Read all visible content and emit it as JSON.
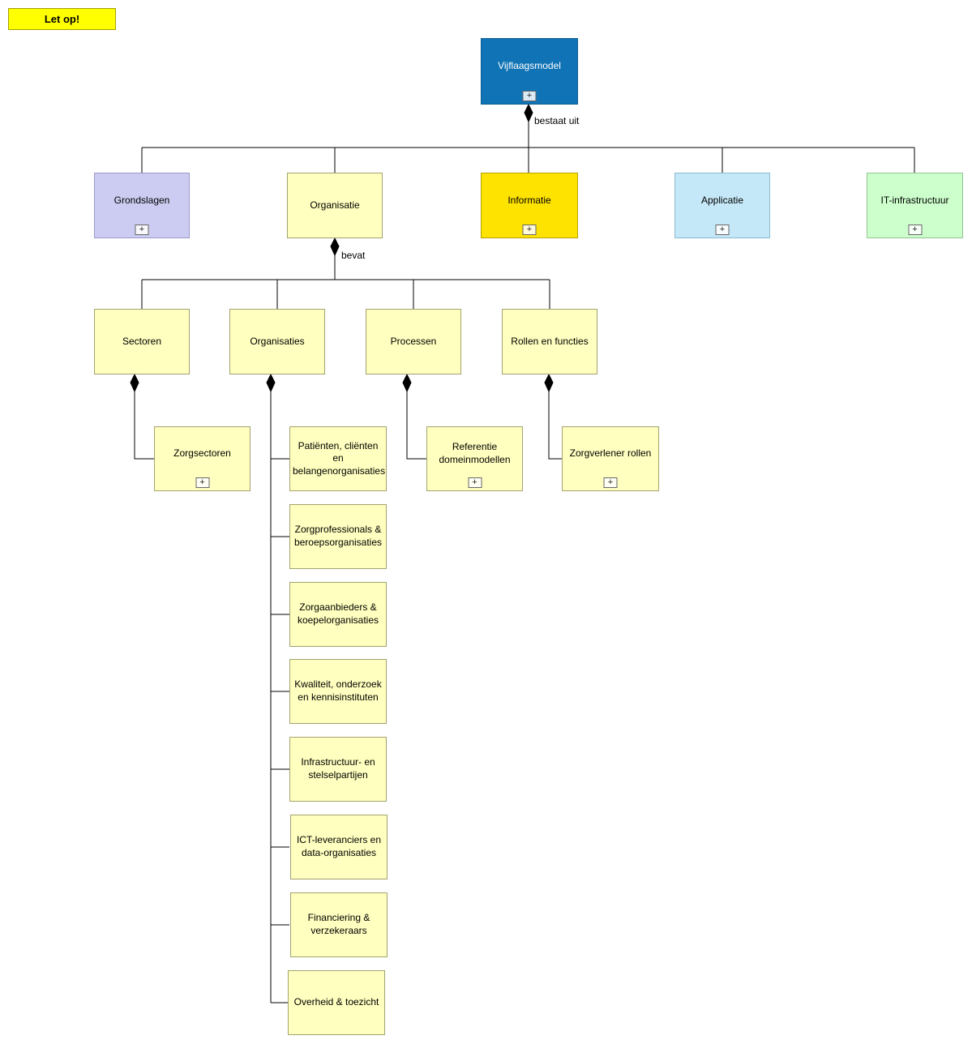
{
  "warning": {
    "label": "Let op!"
  },
  "ui": {
    "expand_glyph": "+"
  },
  "edges": {
    "vijflaagsmodel_label": "bestaat uit",
    "organisatie_label": "bevat"
  },
  "nodes": {
    "vijflaagsmodel": {
      "label": "Vijflaagsmodel"
    },
    "grondslagen": {
      "label": "Grondslagen"
    },
    "organisatie": {
      "label": "Organisatie"
    },
    "informatie": {
      "label": "Informatie"
    },
    "applicatie": {
      "label": "Applicatie"
    },
    "it_infrastructuur": {
      "label": "IT-infrastructuur"
    },
    "sectoren": {
      "label": "Sectoren"
    },
    "organisaties": {
      "label": "Organisaties"
    },
    "processen": {
      "label": "Processen"
    },
    "rollen_en_functies": {
      "label": "Rollen en functies"
    },
    "zorgsectoren": {
      "label": "Zorgsectoren"
    },
    "patienten": {
      "label": "Patiënten, cliënten en belangenorganisaties"
    },
    "referentie_domeinmodellen": {
      "label": "Referentie domeinmodellen"
    },
    "zorgverlener_rollen": {
      "label": "Zorgverlener rollen"
    },
    "zorgprofessionals": {
      "label": "Zorgprofessionals & beroepsorganisaties"
    },
    "zorgaanbieders": {
      "label": "Zorgaanbieders & koepelorganisaties"
    },
    "kwaliteit": {
      "label": "Kwaliteit, onderzoek en kennisinstituten"
    },
    "infrastructuur_stelselpartijen": {
      "label": "Infrastructuur- en stelselpartijen"
    },
    "ict_leveranciers": {
      "label": "ICT-leveranciers en data-organisaties"
    },
    "financiering": {
      "label": "Financiering & verzekeraars"
    },
    "overheid": {
      "label": "Overheid & toezicht"
    }
  },
  "colors": {
    "vijflaagsmodel": "#1073B5",
    "grondslagen": "#CCCCF2",
    "layer_yellow": "#FFFFBF",
    "informatie": "#FFE300",
    "applicatie": "#C5E8F8",
    "it_infrastructuur": "#CCFFCC",
    "warning_yellow": "#FFFF00",
    "connector": "#000000"
  }
}
